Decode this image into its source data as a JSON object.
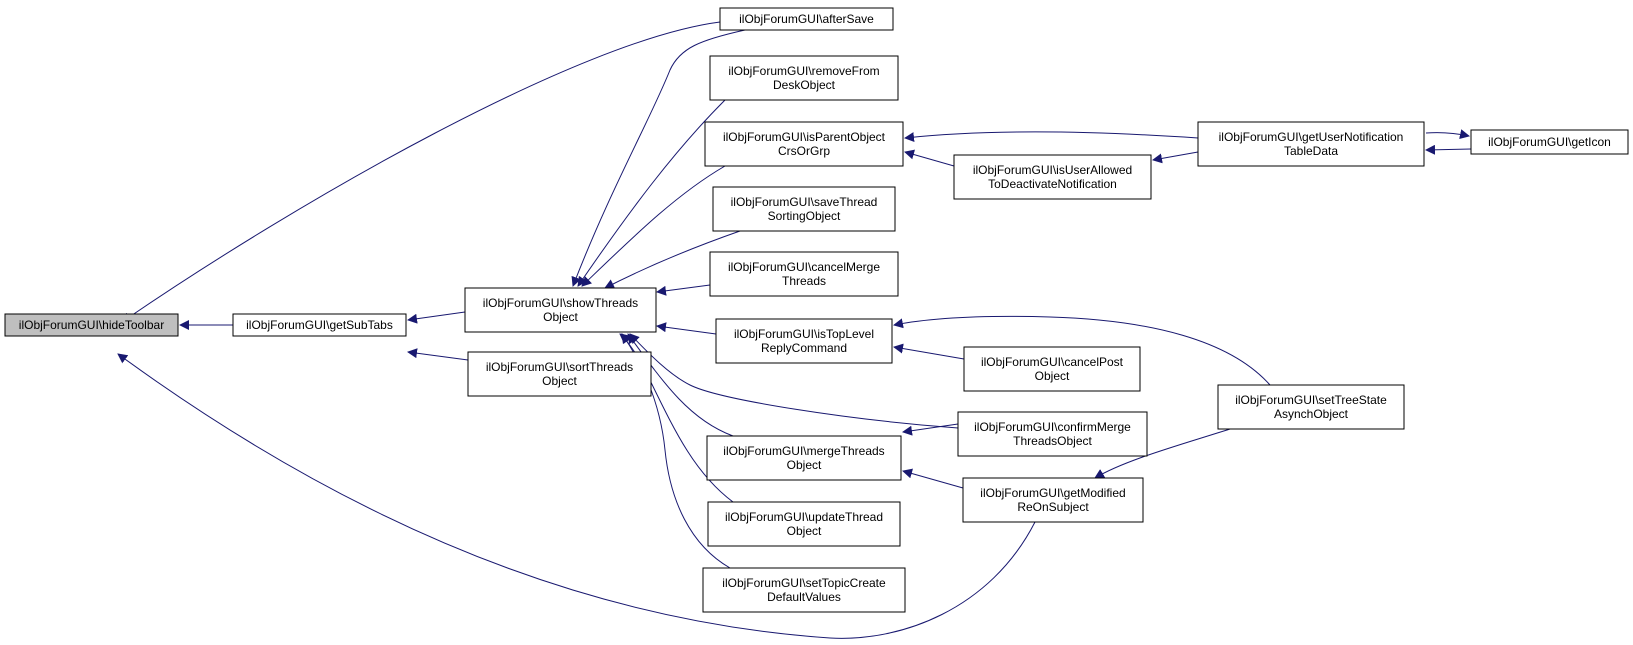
{
  "colors": {
    "edge": "#191970",
    "node_fill": "#ffffff",
    "focus_fill": "#bfbfbf",
    "border": "#000000"
  },
  "nodes": {
    "hideToolbar": {
      "lines": [
        "ilObjForumGUI\\hideToolbar"
      ]
    },
    "getSubTabs": {
      "lines": [
        "ilObjForumGUI\\getSubTabs"
      ]
    },
    "showThreadsObject": {
      "lines": [
        "ilObjForumGUI\\showThreads",
        "Object"
      ]
    },
    "sortThreadsObject": {
      "lines": [
        "ilObjForumGUI\\sortThreads",
        "Object"
      ]
    },
    "afterSave": {
      "lines": [
        "ilObjForumGUI\\afterSave"
      ]
    },
    "removeFromDeskObject": {
      "lines": [
        "ilObjForumGUI\\removeFrom",
        "DeskObject"
      ]
    },
    "isParentObjectCrsOrGrp": {
      "lines": [
        "ilObjForumGUI\\isParentObject",
        "CrsOrGrp"
      ]
    },
    "saveThreadSortingObject": {
      "lines": [
        "ilObjForumGUI\\saveThread",
        "SortingObject"
      ]
    },
    "cancelMergeThreads": {
      "lines": [
        "ilObjForumGUI\\cancelMerge",
        "Threads"
      ]
    },
    "isTopLevelReplyCommand": {
      "lines": [
        "ilObjForumGUI\\isTopLevel",
        "ReplyCommand"
      ]
    },
    "mergeThreadsObject": {
      "lines": [
        "ilObjForumGUI\\mergeThreads",
        "Object"
      ]
    },
    "updateThreadObject": {
      "lines": [
        "ilObjForumGUI\\updateThread",
        "Object"
      ]
    },
    "setTopicCreateDefaultValues": {
      "lines": [
        "ilObjForumGUI\\setTopicCreate",
        "DefaultValues"
      ]
    },
    "isUserAllowedToDeactivateNotification": {
      "lines": [
        "ilObjForumGUI\\isUserAllowed",
        "ToDeactivateNotification"
      ]
    },
    "cancelPostObject": {
      "lines": [
        "ilObjForumGUI\\cancelPost",
        "Object"
      ]
    },
    "confirmMergeThreadsObject": {
      "lines": [
        "ilObjForumGUI\\confirmMerge",
        "ThreadsObject"
      ]
    },
    "getModifiedReOnSubject": {
      "lines": [
        "ilObjForumGUI\\getModified",
        "ReOnSubject"
      ]
    },
    "getUserNotificationTableData": {
      "lines": [
        "ilObjForumGUI\\getUserNotification",
        "TableData"
      ]
    },
    "setTreeStateAsynchObject": {
      "lines": [
        "ilObjForumGUI\\setTreeState",
        "AsynchObject"
      ]
    },
    "getIcon": {
      "lines": [
        "ilObjForumGUI\\getIcon"
      ]
    }
  },
  "edges": [
    {
      "from": "getSubTabs",
      "to": "hideToolbar"
    },
    {
      "from": "afterSave",
      "to": "hideToolbar"
    },
    {
      "from": "getModifiedReOnSubject",
      "to": "hideToolbar"
    },
    {
      "from": "showThreadsObject",
      "to": "getSubTabs"
    },
    {
      "from": "sortThreadsObject",
      "to": "getSubTabs"
    },
    {
      "from": "afterSave",
      "to": "showThreadsObject"
    },
    {
      "from": "removeFromDeskObject",
      "to": "showThreadsObject"
    },
    {
      "from": "isParentObjectCrsOrGrp",
      "to": "showThreadsObject"
    },
    {
      "from": "saveThreadSortingObject",
      "to": "showThreadsObject"
    },
    {
      "from": "cancelMergeThreads",
      "to": "showThreadsObject"
    },
    {
      "from": "isTopLevelReplyCommand",
      "to": "showThreadsObject"
    },
    {
      "from": "confirmMergeThreadsObject",
      "to": "showThreadsObject"
    },
    {
      "from": "mergeThreadsObject",
      "to": "showThreadsObject"
    },
    {
      "from": "updateThreadObject",
      "to": "showThreadsObject"
    },
    {
      "from": "setTopicCreateDefaultValues",
      "to": "showThreadsObject"
    },
    {
      "from": "getUserNotificationTableData",
      "to": "isParentObjectCrsOrGrp"
    },
    {
      "from": "isUserAllowedToDeactivateNotification",
      "to": "isParentObjectCrsOrGrp"
    },
    {
      "from": "getUserNotificationTableData",
      "to": "isUserAllowedToDeactivateNotification"
    },
    {
      "from": "getIcon",
      "to": "getUserNotificationTableData"
    },
    {
      "from": "getUserNotificationTableData",
      "to": "getIcon"
    },
    {
      "from": "setTreeStateAsynchObject",
      "to": "isTopLevelReplyCommand"
    },
    {
      "from": "cancelPostObject",
      "to": "isTopLevelReplyCommand"
    },
    {
      "from": "confirmMergeThreadsObject",
      "to": "mergeThreadsObject"
    },
    {
      "from": "getModifiedReOnSubject",
      "to": "mergeThreadsObject"
    },
    {
      "from": "setTreeStateAsynchObject",
      "to": "getModifiedReOnSubject"
    }
  ]
}
